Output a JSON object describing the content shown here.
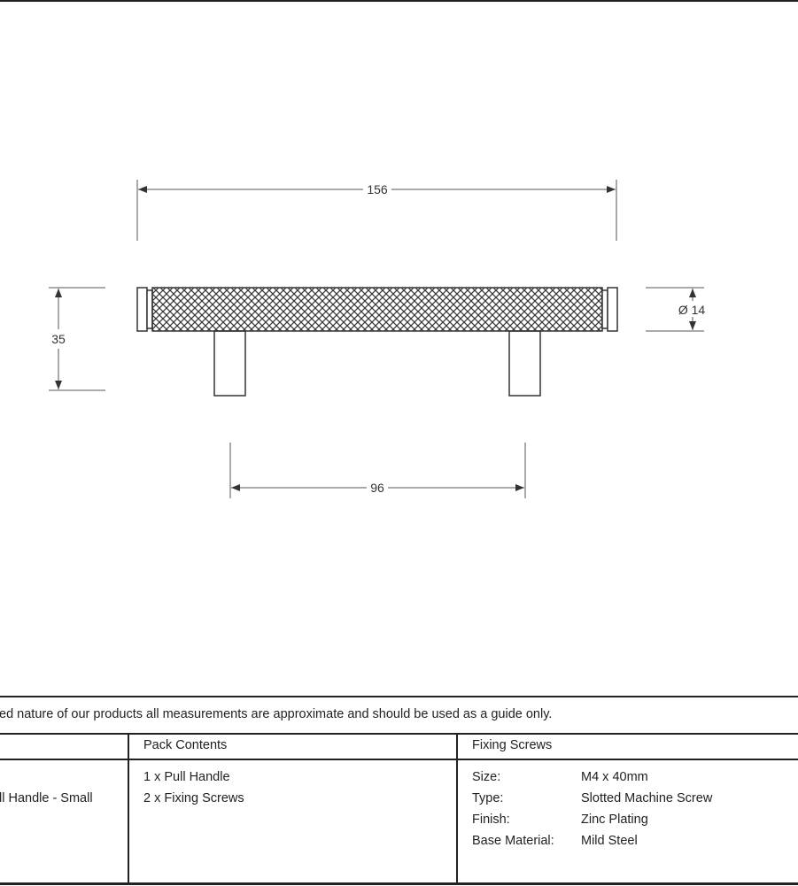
{
  "dimensions": {
    "overall_length": "156",
    "height": "35",
    "diameter": "Ø 14",
    "centres": "96"
  },
  "note": "ed nature of our products all measurements are approximate and should be used as a guide only.",
  "table": {
    "col1": {
      "header": "",
      "value": "ll Handle - Small"
    },
    "col2": {
      "header": "Pack Contents",
      "items": [
        "1 x Pull Handle",
        "2 x Fixing Screws"
      ]
    },
    "col3": {
      "header": "Fixing Screws",
      "rows": [
        {
          "label": "Size:",
          "value": "M4 x 40mm"
        },
        {
          "label": "Type:",
          "value": "Slotted Machine Screw"
        },
        {
          "label": "Finish:",
          "value": "Zinc Plating"
        },
        {
          "label": "Base Material:",
          "value": "Mild Steel"
        }
      ]
    }
  }
}
